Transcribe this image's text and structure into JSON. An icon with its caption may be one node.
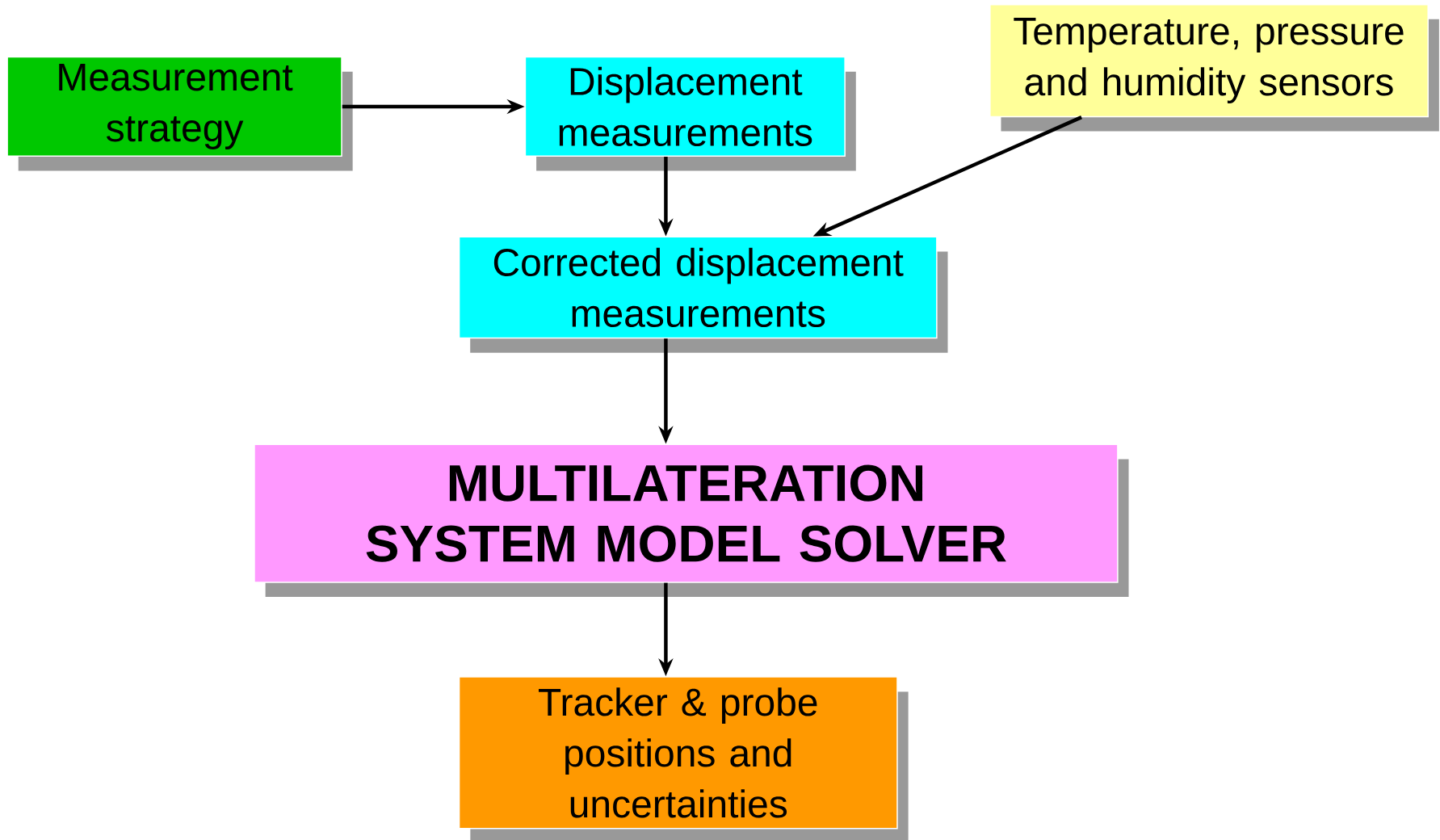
{
  "diagram": {
    "nodes": [
      {
        "text": [
          "Measurement strategy"
        ]
      },
      {
        "text": [
          "Displacement measurements"
        ]
      },
      {
        "text": [
          "Temperature, pressure and humidity sensors"
        ]
      },
      {
        "text": [
          "Corrected displacement measurements"
        ]
      },
      {
        "text": [
          "MULTILATERATION SYSTEM MODEL SOLVER"
        ]
      },
      {
        "text": [
          "Tracker & probe positions and uncertainties"
        ]
      }
    ],
    "edges": [
      {
        "from": 0,
        "to": 1,
        "arrow": "to"
      },
      {
        "from": 1,
        "to": 3,
        "arrow": "to"
      },
      {
        "from": 2,
        "to": 3,
        "arrow": "to"
      },
      {
        "from": 3,
        "to": 4,
        "arrow": "to"
      },
      {
        "from": 4,
        "to": 5,
        "arrow": "to"
      }
    ]
  }
}
